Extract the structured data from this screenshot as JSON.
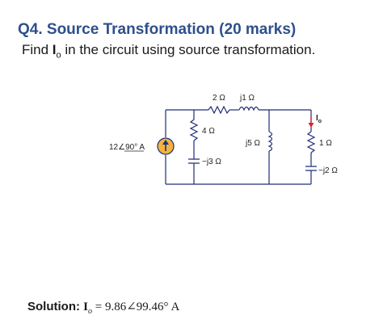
{
  "question": {
    "title": "Q4. Source Transformation (20 marks)",
    "prompt_before": "Find ",
    "prompt_var": "I",
    "prompt_sub": "o",
    "prompt_after": " in the circuit using source transformation."
  },
  "circuit": {
    "source_label": "12∠90° A",
    "labels": {
      "r2": "2 Ω",
      "l1": "j1 Ω",
      "r4": "4 Ω",
      "c3": "−j3 Ω",
      "l5": "j5 Ω",
      "r1": "1 Ω",
      "c2": "−j2 Ω",
      "current": "I",
      "current_sub": "o"
    }
  },
  "solution": {
    "label": "Solution: ",
    "var": "I",
    "sub": "o",
    "answer": " = 9.86∠99.46° A"
  }
}
